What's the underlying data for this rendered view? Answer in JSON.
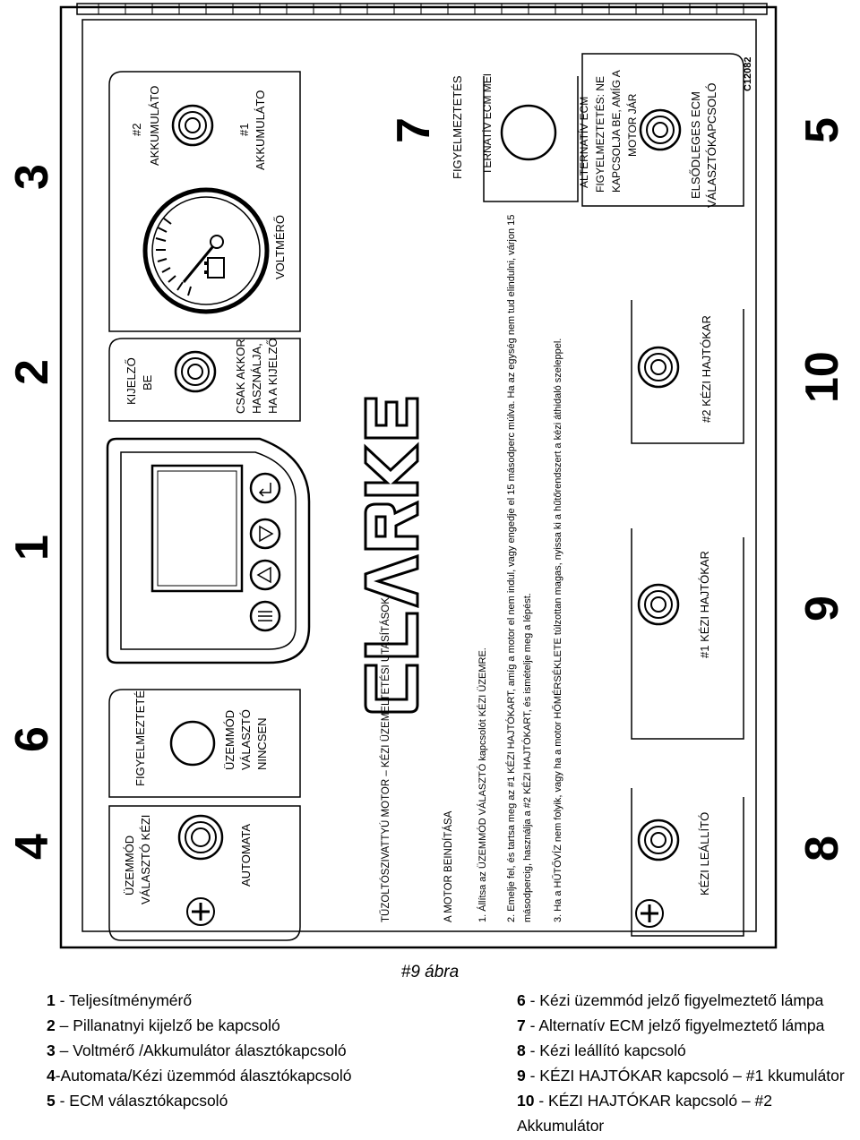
{
  "callouts": {
    "n1": "1",
    "n2": "2",
    "n3": "3",
    "n4": "4",
    "n5": "5",
    "n6": "6",
    "n7": "7",
    "n8": "8",
    "n9": "9",
    "n10": "10"
  },
  "panel": {
    "mode_selector_line1": "ÜZEMMÓD",
    "mode_selector_line2": "VÁLASZTÓ KÉZI",
    "mode_automatic": "AUTOMATA",
    "manual_warning_title": "FIGYELMEZTETÉ",
    "manual_warning_line1": "ÜZEMMÓD",
    "manual_warning_line2": "VÁLASZTÓ",
    "manual_warning_line3": "NINCSEN",
    "display_on_line1": "KIJELZŐ",
    "display_on_line2": "BE",
    "display_note_line1": "CSAK AKKOR",
    "display_note_line2": "HASZNÁLJA,",
    "display_note_line3": "HA A KIJELZŐ",
    "voltmeter": "VOLTMÉRŐ",
    "battery2_line1": "#2",
    "battery2_line2": "AKKUMULÁTO",
    "battery1_line1": "#1",
    "battery1_line2": "AKKUMULÁTO",
    "warning_right_title": "FIGYELMEZTETÉS",
    "alt_ecm_partial": "TERNATÍV ECM MEI",
    "alt_ecm_line1": "ALTERNATÍV ECM",
    "alt_ecm_line2": "FIGYELMEZTETÉS: NE",
    "alt_ecm_line3": "KAPCSOLJA BE, AMÍG A",
    "alt_ecm_line4": "MOTOR JÁR",
    "primary_ecm_line1": "ELSŐDLEGES ECM",
    "primary_ecm_line2": "VÁLASZTÓKAPCSOLÓ",
    "panel_code": "C12082",
    "brand": "CLARKE",
    "instructions_title": "TŰZOLTÓSZIVATTYÚ MOTOR – KÉZI ÜZEMELTETÉSI UTASÍTÁSOK",
    "start_title": "A MOTOR BEINDÍTÁSA",
    "step1": "1.      Állítsa az ÜZEMMÓD VÁLASZTÓ kapcsolót KÉZI ÜZEMRE.",
    "step2a": "2.      Emelje fel, és tartsa meg az #1 KÉZI HAJTÓKART, amíg a motor el nem indul, vagy engedje el 15 másodperc múlva. Ha az egység nem tud elindulni, várjon 15",
    "step2b": "         másodpercig, használja a #2 KÉZI HAJTÓKART, és ismételje meg a lépést.",
    "step3": "3.      Ha a HŰTŐVÍZ nem folyik, vagy ha a motor HŐMÉRSÉKLETE túlzottan magas, nyissa ki a hűtőrendszert a kézi áthidaló szeleppel.",
    "manual_stop": "KÉZI LEÁLLÍTÓ",
    "crank1": "#1 KÉZI HAJTÓKAR",
    "crank2": "#2 KÉZI HAJTÓKAR"
  },
  "legend": {
    "caption": "#9 ábra",
    "l1_num": "1",
    "l1_text": " - Teljesítménymérő",
    "l2_num": "2",
    "l2_text": " – Pillanatnyi kijelző be kapcsoló",
    "l3_num": "3",
    "l3_text": " – Voltmérő /Akkumulátor álasztókapcsoló",
    "l4_num": "4",
    "l4_text": "-Automata/Kézi üzemmód álasztókapcsoló",
    "l5_num": "5",
    "l5_text": " - ECM választókapcsoló",
    "r6_num": "6",
    "r6_text": " - Kézi üzemmód jelző figyelmeztető lámpa",
    "r7_num": "7",
    "r7_text": " - Alternatív ECM jelző figyelmeztető lámpa",
    "r8_num": "8",
    "r8_text": " - Kézi leállító kapcsoló",
    "r9_num": "9",
    "r9_text": " - KÉZI HAJTÓKAR kapcsoló – #1 kkumulátor",
    "r10_num": "10",
    "r10_text": " - KÉZI HAJTÓKAR kapcsoló – #2",
    "r10_cont": "Akkumulátor"
  }
}
